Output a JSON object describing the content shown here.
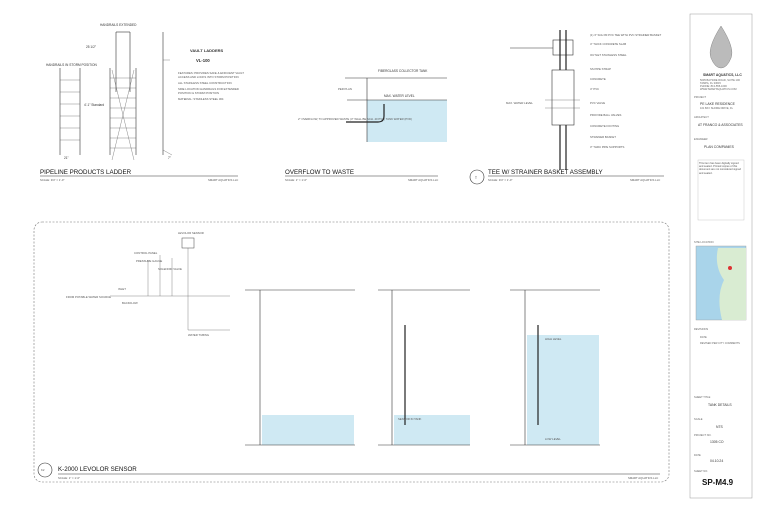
{
  "details": {
    "ladder": {
      "title": "PIPELINE PRODUCTS LADDER",
      "scale": "SCALE: 3/4\" = 1'-0\"",
      "company": "SMART AQUATICS LLC",
      "label_extended": "HANDRAILS EXTENDED",
      "label_position": "HANDRAILS IN STORM POSITION",
      "spec_title": "VAULT LADDERS",
      "spec_model": "VL-100",
      "dim_top": "25 1/2\"",
      "dim_side": "4'-1\" Standard",
      "dim_bottom": "21\"",
      "dim_right": "7\"",
      "notes": [
        "FEATURES: PROVIDES SAFE & EFFICIENT VAULT",
        "ACCESS AND LOCKS INTO STORM POSITION",
        "ALL STAINLESS STEEL CONSTRUCTION",
        "SIDE LOCATION HANDRAILS FOR EXTENDED",
        "POSITION & STORM POSITION",
        "MATERIAL: STAINLESS STEEL 304"
      ]
    },
    "overflow": {
      "title": "OVERFLOW TO WASTE",
      "scale": "SCALE: 1\" = 1'-0\"",
      "company": "SMART AQUATICS LLC",
      "label_tank": "FIBERGLASS COLLECTOR TANK",
      "label_level": "MAX. WATER LEVEL",
      "label_pipe": "2\" OVERFLOW, TO APPROVED WASTE (3\" WALL BE SCH. 40 PVC) TANK WATER (PVD)",
      "dim": "PER PLAN"
    },
    "tee": {
      "title": "TEE W/ STRAINER BASKET ASSEMBLY",
      "scale": "SCALE: 3/4\" = 1'-0\"",
      "company": "SMART AQUATICS LLC",
      "callout": "T",
      "notes_right": [
        "(1) 3\" SCH 80 PVC TEE WITH PVC STRAINER BASKET",
        "4\" THICK CONCRETE SLAB",
        "OUTLET STAINLESS STEEL",
        "SS PIPE STRAP",
        "CONCRETE",
        "4\" PVC",
        "PVC VALVE",
        "PROVIDE BALL VALVES",
        "CONCRETE FOOTING",
        "STRAINER BASKET",
        "3\" THRU PIPE SUPPORTS"
      ],
      "note_left": "MAX. WATER LEVEL"
    },
    "sensor": {
      "title": "K-2000 LEVOLOR SENSOR",
      "scale": "SCALE: 1\" = 1'-0\"",
      "company": "SMART AQUATICS LLC",
      "callout": "K2",
      "notes": [
        "LEVOLOR SENSOR",
        "CONTROL PANEL",
        "PRESSURE GAUGE",
        "SOLENOID VALVE",
        "FROM POTABLE WATER SOURCE",
        "INLET",
        "BACKFLOW",
        "WATER TUBING",
        "HIGH LEVEL",
        "LOW LEVEL",
        "SENSOR IN TANK"
      ]
    }
  },
  "title_block": {
    "company": "SMART AQUATICS, LLC",
    "company_info": [
      "5005 BAYSIDE ROAD, SUITE 100",
      "TAMPA, FL 33615",
      "PHONE: 813-555-1000",
      "WWW.SMARTAQUATICS.COM"
    ],
    "project_label": "PROJECT",
    "project": "PE LAKE RESIDENCE",
    "project_addr": "101 BAY SHORE DRIVE, FL",
    "architect_label": "ARCHITECT",
    "architect": "AT FRANCO & ASSOCIATES",
    "engineer_label": "ENGINEER",
    "engineer": "PLAN COMPANIES",
    "seal_text": "This item has been digitally signed and sealed. Printed copies of this document are not considered signed and sealed.",
    "site_label": "SITE LOCATION",
    "revisions_label": "REVISIONS",
    "revisions": [
      "DATE",
      "REVISED PER CITY COMMENTS"
    ],
    "sheet_title_label": "SHEET TITLE",
    "sheet_title": "TANK DETAILS",
    "scale_label": "SCALE",
    "scale": "NTS",
    "project_no_label": "PROJECT NO.",
    "project_no": "1305 CO",
    "date_label": "DATE",
    "date": "04.10.24",
    "sheet_no_label": "SHEET NO.",
    "sheet_no": "SP-M4.9"
  }
}
